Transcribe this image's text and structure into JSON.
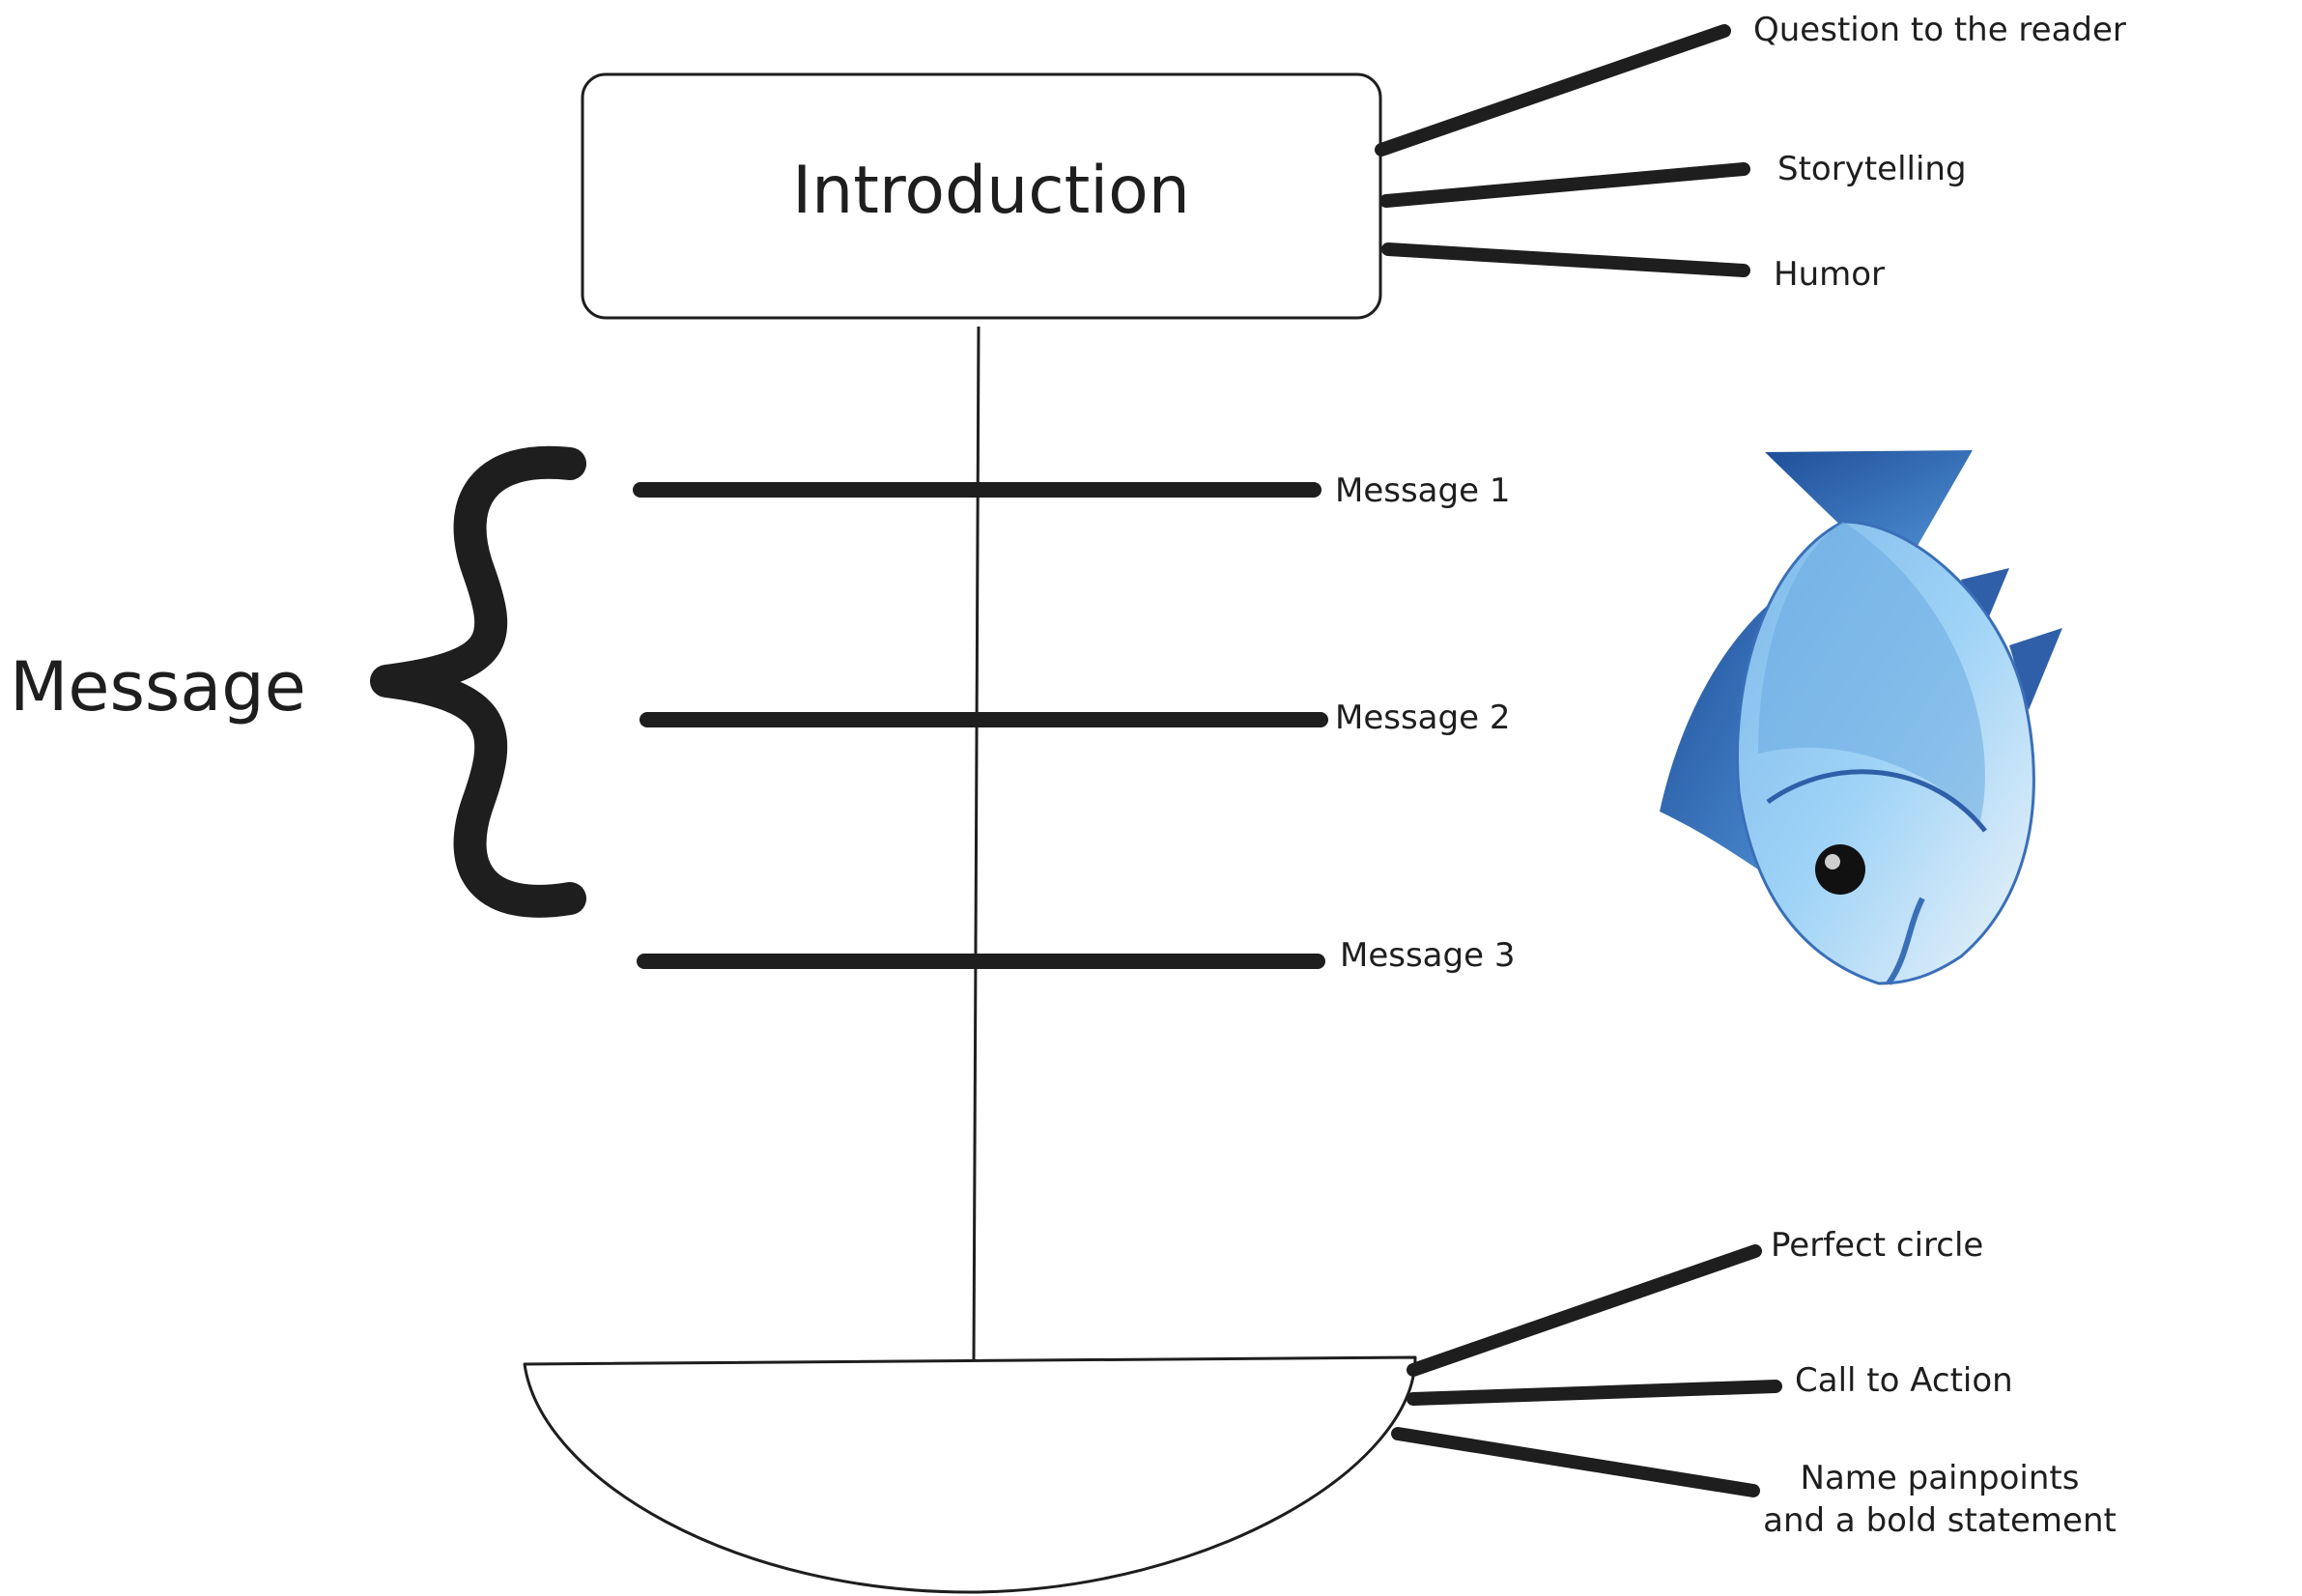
{
  "diagram": {
    "intro_box": {
      "title": "Introduction",
      "branches": [
        "Question to the reader",
        "Storytelling",
        "Humor"
      ]
    },
    "message_group": {
      "label": "Message",
      "items": [
        "Message 1",
        "Message 2",
        "Message 3"
      ]
    },
    "conclusion_bowl": {
      "branches": [
        "Perfect circle",
        "Call to Action",
        "Name painpoints",
        "and a bold statement"
      ]
    },
    "decoration": {
      "icon": "fish-icon"
    },
    "colors": {
      "ink": "#1e1e1e",
      "fish_dark": "#2f5fa8",
      "fish_light": "#8fc6f2"
    }
  }
}
